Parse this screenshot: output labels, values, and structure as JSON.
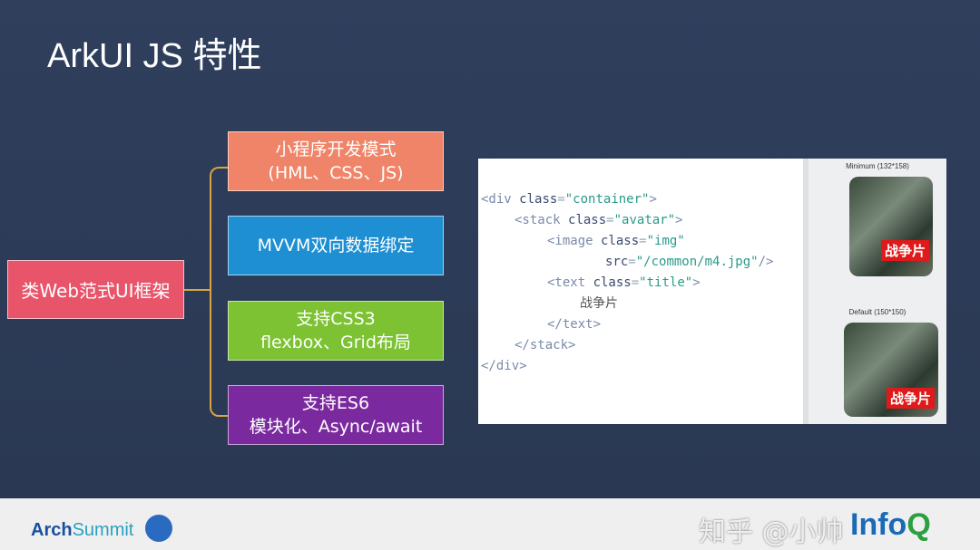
{
  "title": "ArkUI JS 特性",
  "root": "类Web范式UI框架",
  "features": [
    {
      "line1": "小程序开发模式",
      "line2": "(HML、CSS、JS)",
      "color": "#f08468"
    },
    {
      "line1": "MVVM双向数据绑定",
      "line2": "",
      "color": "#1e8fd2"
    },
    {
      "line1": "支持CSS3",
      "line2": "flexbox、Grid布局",
      "color": "#7cc232"
    },
    {
      "line1": "支持ES6",
      "line2": "模块化、Async/await",
      "color": "#7a2a9e"
    }
  ],
  "code": {
    "l1": [
      "<div ",
      "class",
      "=",
      "\"container\"",
      ">"
    ],
    "l2": [
      "<stack ",
      "class",
      "=",
      "\"avatar\"",
      ">"
    ],
    "l3": [
      "<image ",
      "class",
      "=",
      "\"img\""
    ],
    "l4": [
      "src",
      "=",
      "\"/common/m4.jpg\"",
      "/>"
    ],
    "l5": [
      "<text ",
      "class",
      "=",
      "\"title\"",
      ">"
    ],
    "l6": "战争片",
    "l7": "</text>",
    "l8": "</stack>",
    "l9": "</div>"
  },
  "preview": {
    "min_label": "Minimum (132*158)",
    "default_label": "Default (150*150)",
    "badge": "战争片"
  },
  "footer": {
    "arch": "Arch",
    "summit": "Summit",
    "infoq": "Info",
    "q": "Q",
    "watermark": "知乎 @小帅"
  }
}
